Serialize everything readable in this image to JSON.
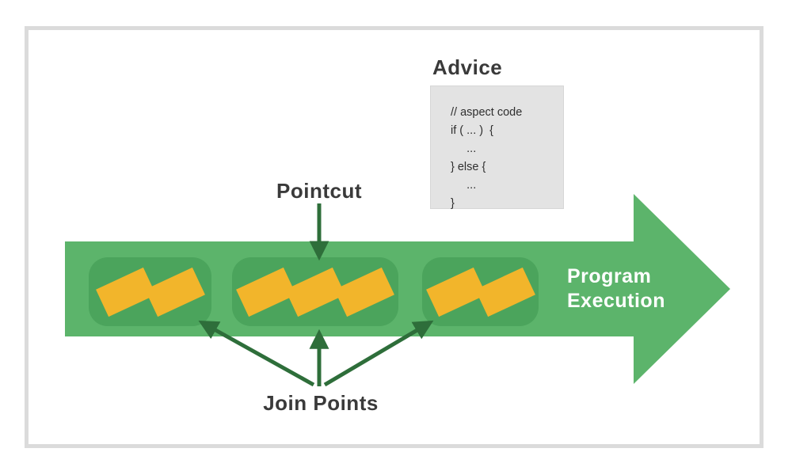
{
  "colors": {
    "band_green": "#5CB46B",
    "group_green": "#4BA45C",
    "dark_green": "#2E6E3A",
    "yellow": "#F2B52B",
    "ink": "#3A3A3A",
    "code_bg": "#E3E3E3",
    "frame_border": "#DBDBDB"
  },
  "advice": {
    "title": "Advice",
    "code_lines": [
      "// aspect code",
      "if ( ... )  {",
      "     ...",
      "} else {",
      "     ...",
      "}"
    ]
  },
  "pointcut": {
    "label": "Pointcut"
  },
  "join_points": {
    "label": "Join Points"
  },
  "program_arrow": {
    "label": "Program\nExecution",
    "groups": [
      {
        "join_point_count": 2
      },
      {
        "join_point_count": 3
      },
      {
        "join_point_count": 2
      }
    ]
  }
}
